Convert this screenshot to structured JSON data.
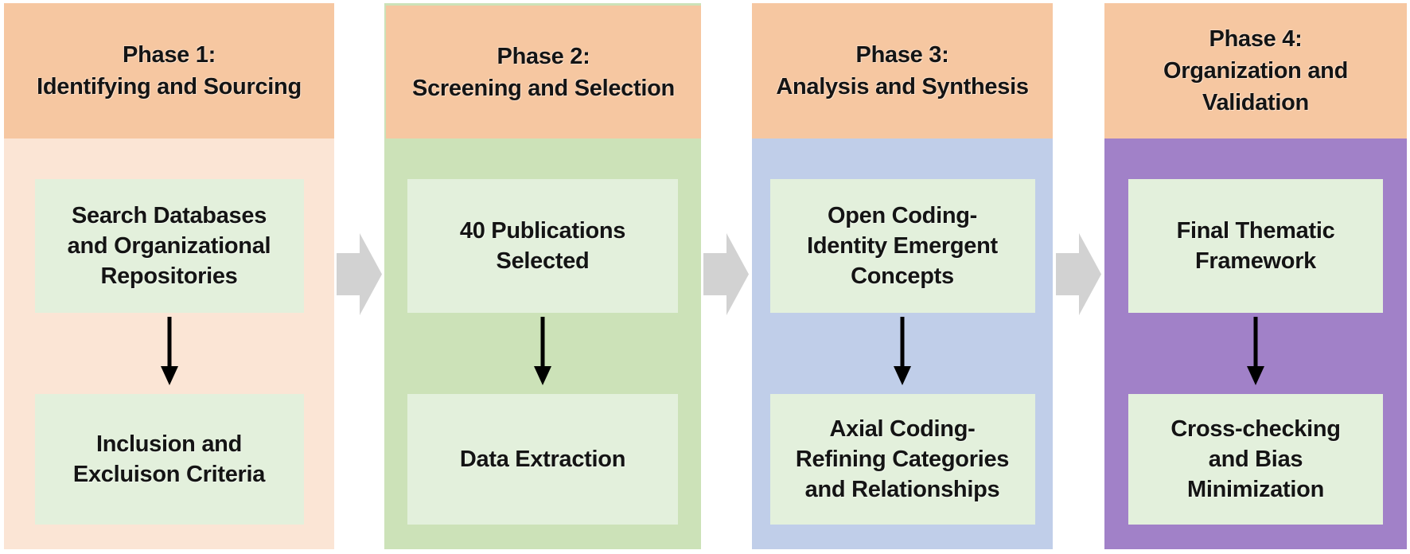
{
  "phases": [
    {
      "title": "Phase 1:\nIdentifying and Sourcing",
      "steps": [
        "Search Databases\nand Organizational\nRepositories",
        "Inclusion and\nExcluison Criteria"
      ]
    },
    {
      "title": "Phase 2:\nScreening and Selection",
      "steps": [
        "40 Publications\nSelected",
        "Data Extraction"
      ]
    },
    {
      "title": "Phase 3:\nAnalysis and Synthesis",
      "steps": [
        "Open Coding-\nIdentity Emergent\nConcepts",
        "Axial Coding-\nRefining Categories\nand Relationships"
      ]
    },
    {
      "title": "Phase 4:\nOrganization and\nValidation",
      "steps": [
        "Final Thematic\nFramework",
        "Cross-checking\nand Bias\nMinimization"
      ]
    }
  ],
  "icons": {
    "next_phase_arrow": "right-block-arrow",
    "step_flow_arrow": "down-arrow"
  },
  "colors": {
    "phase_header": "#F6C7A1",
    "phase1_body": "#FBE5D5",
    "phase2_body": "#CCE2B8",
    "phase3_body": "#C0CEE9",
    "phase4_body": "#A181C8",
    "step_box": "#E3F0DC",
    "connector_arrow": "#D2D2D2",
    "flow_arrow": "#000000",
    "text": "#141414"
  }
}
